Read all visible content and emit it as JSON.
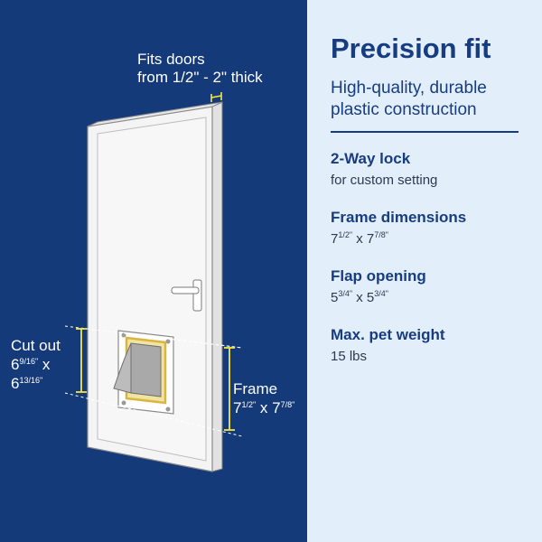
{
  "left": {
    "fits_line1": "Fits doors",
    "fits_line2": "from 1/2\" - 2\" thick",
    "cutout": {
      "label": "Cut out",
      "w_whole": "6",
      "w_frac": "9/16\"",
      "times": "x",
      "h_whole": "6",
      "h_frac": "13/16\""
    },
    "frame": {
      "label": "Frame",
      "w_whole": "7",
      "w_frac": "1/2\"",
      "times": "x",
      "h_whole": "7",
      "h_frac": "7/8\""
    }
  },
  "right": {
    "title": "Precision fit",
    "subtitle": "High-quality, durable plastic construction",
    "specs": [
      {
        "title": "2-Way lock",
        "value": "for custom setting"
      },
      {
        "title": "Frame dimensions",
        "v1": "7",
        "f1": "1/2\"",
        "sep": "x",
        "v2": "7",
        "f2": "7/8\""
      },
      {
        "title": "Flap opening",
        "v1": "5",
        "f1": "3/4\"",
        "sep": "x",
        "v2": "5",
        "f2": "3/4\""
      },
      {
        "title": "Max. pet weight",
        "value": "15 lbs"
      }
    ]
  },
  "colors": {
    "navy": "#143a7a",
    "light_panel": "#e3eefb",
    "heading_blue": "#173d80",
    "measure_yellow": "#f5e642",
    "door_white": "#f4f4f4"
  }
}
